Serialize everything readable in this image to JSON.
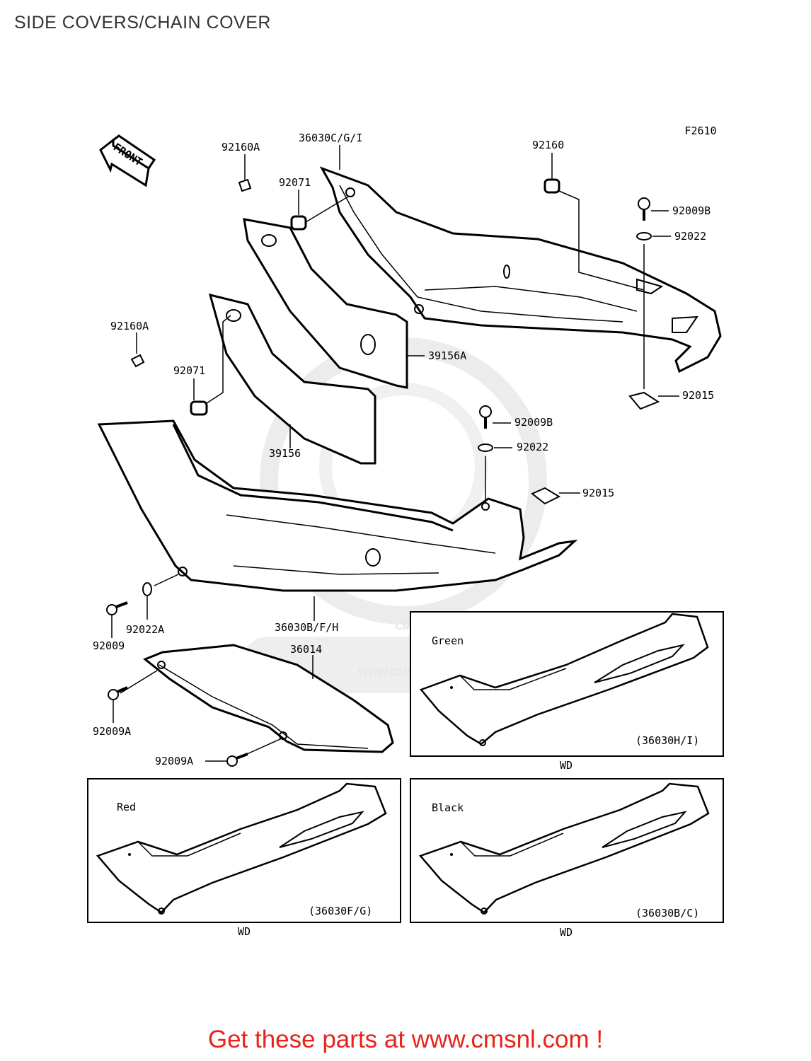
{
  "header": {
    "title": "SIDE COVERS/CHAIN COVER"
  },
  "diagram": {
    "figure_code": "F2610",
    "front_label": "FRONT",
    "watermark": "WWW.CMSNL.COM",
    "watermark_logo": "CMS",
    "labels": {
      "p92160A_top": "92160A",
      "p36030CGI": "36030C/G/I",
      "p92160": "92160",
      "p92071_top": "92071",
      "p92009B_right": "92009B",
      "p92022_right": "92022",
      "p92160A_left": "92160A",
      "p39156A": "39156A",
      "p92071_left": "92071",
      "p92015_right": "92015",
      "p92009B_mid": "92009B",
      "p92022_mid": "92022",
      "p39156": "39156",
      "p92015_mid": "92015",
      "p92022A": "92022A",
      "p92009": "92009",
      "p36030BFH": "36030B/F/H",
      "p36014": "36014",
      "p92009A_left": "92009A",
      "p92009A_bottom": "92009A"
    },
    "variants": {
      "green": {
        "color_label": "Green",
        "part_ref": "(36030H/I)",
        "model": "WD"
      },
      "red": {
        "color_label": "Red",
        "part_ref": "(36030F/G)",
        "model": "WD"
      },
      "black": {
        "color_label": "Black",
        "part_ref": "(36030B/C)",
        "model": "WD"
      }
    }
  },
  "footer": {
    "prefix": "Get these parts at ",
    "link": "www.cmsnl.com",
    "suffix": " !"
  }
}
